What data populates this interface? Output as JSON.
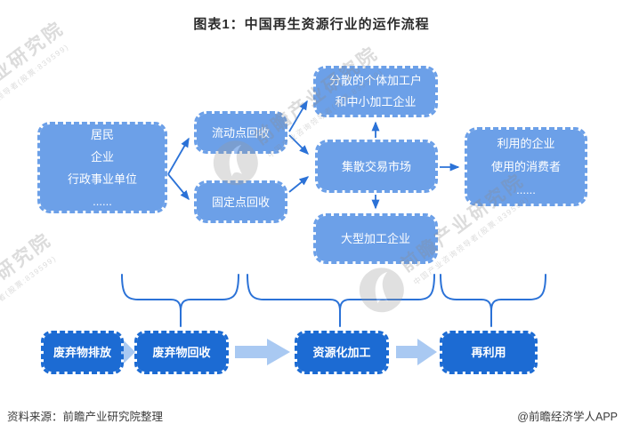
{
  "title": "图表1：中国再生资源行业的运作流程",
  "colors": {
    "light_box": "#6CA0E8",
    "dark_box": "#1C6BD3",
    "arrow_blue": "#2B72D7",
    "thick_arrow": "#A9C9F2",
    "watermark_gray": "#8c8c8c"
  },
  "flow": {
    "source_box": {
      "lines": [
        "居民",
        "企业",
        "行政事业单位",
        "......"
      ]
    },
    "mobile_recycle": "流动点回收",
    "fixed_recycle": "固定点回收",
    "scattered_processors": {
      "lines": [
        "分散的个体加工户",
        "和中小加工企业"
      ]
    },
    "trading_market": "集散交易市场",
    "large_processors": "大型加工企业",
    "users_box": {
      "lines": [
        "利用的企业",
        "使用的消费者",
        "......"
      ]
    }
  },
  "stages": [
    "废弃物排放",
    "废弃物回收",
    "资源化加工",
    "再利用"
  ],
  "watermark": {
    "brand": "前瞻产业研究院",
    "subtitle": "中国产业咨询领导者(股票:839599)"
  },
  "footer": {
    "source": "资料来源：前瞻产业研究院整理",
    "credit": "@前瞻经济学人APP"
  }
}
